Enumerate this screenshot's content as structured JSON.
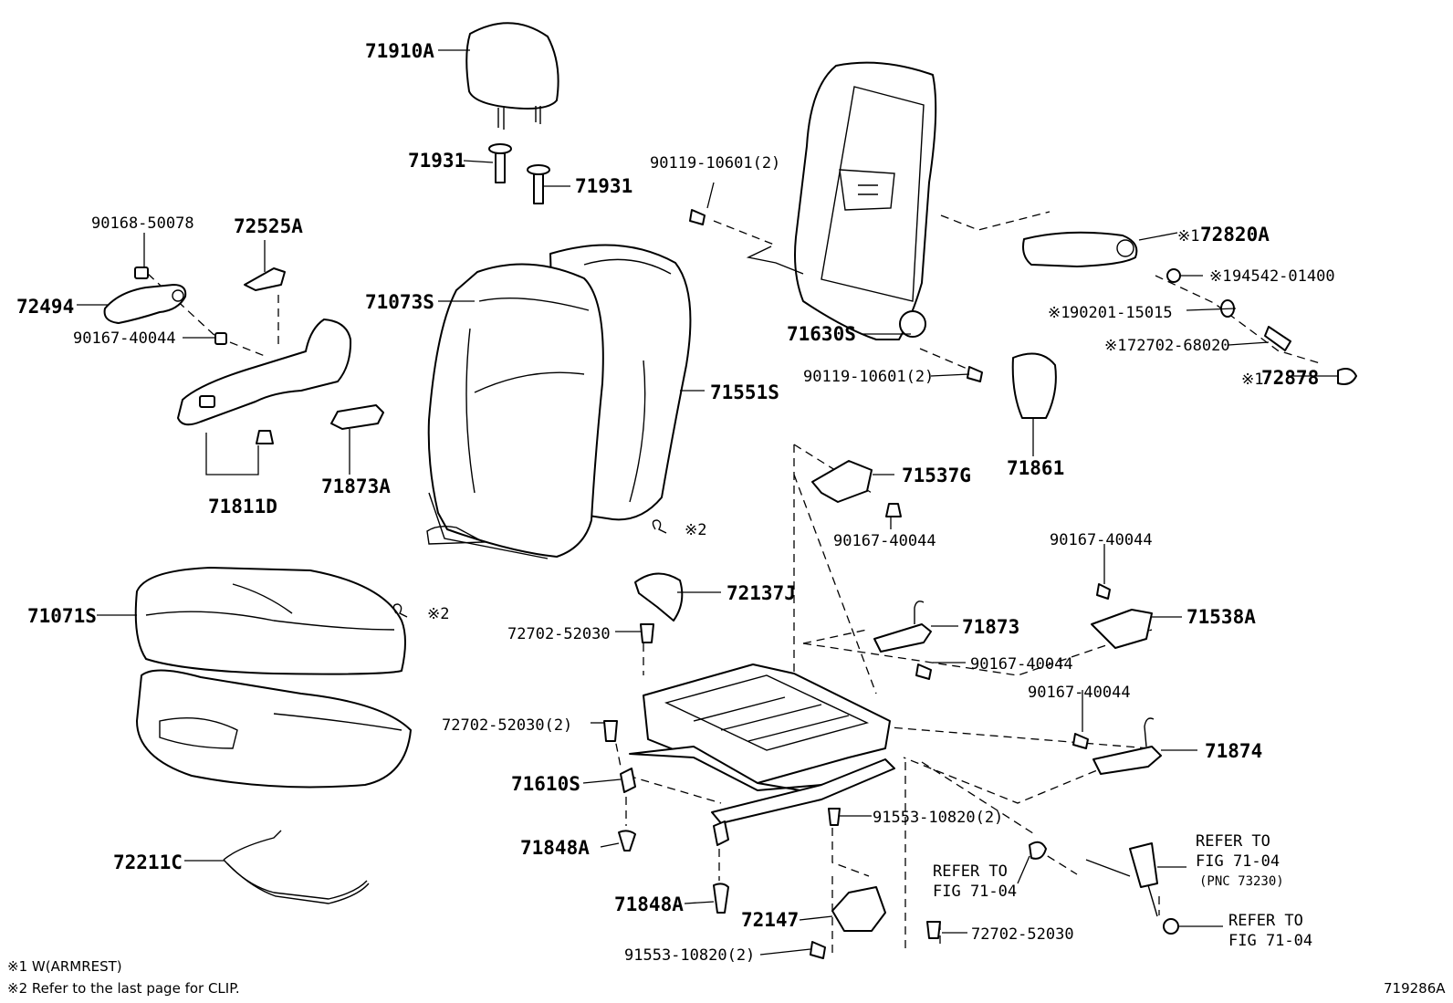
{
  "labels": {
    "headrest": "71910A",
    "support_left": "71931",
    "support_right": "71931",
    "bolt_90168": "90168-50078",
    "shield_cover": "72525A",
    "hinge_cover": "72494",
    "bolt_90167_left": "90167-40044",
    "shield_assy": "71811D",
    "bracket_71873a": "71873A",
    "back_cover": "71073S",
    "back_pad": "71551S",
    "cushion_cover": "71071S",
    "wire": "72211C",
    "screw_90119_top": "90119-10601(2)",
    "back_frame": "71630S",
    "screw_90119_mid": "90119-10601(2)",
    "armrest": "72820A",
    "armrest_mark": "※1",
    "bush": "94542-01400",
    "bush_mark": "※1",
    "washer": "90201-15015",
    "washer_mark": "※1",
    "screw_armrest": "72702-68020",
    "screw_armrest_mark": "※1",
    "cap": "72878",
    "cap_mark": "※1",
    "knob": "71861",
    "cover_71537g": "71537G",
    "bolt_below_71537g": "90167-40044",
    "clip_note_back": "※2",
    "clip_note_cushion": "※2",
    "cover_72137j": "72137J",
    "screw_72702_top": "72702-52030",
    "screw_72702_2": "72702-52030(2)",
    "adjuster": "71610S",
    "pin_upper": "71848A",
    "pin_lower": "71848A",
    "bracket_71873": "71873",
    "bolt_right_71873": "90167-40044",
    "bolt_top_right": "90167-40044",
    "cover_71538a": "71538A",
    "bolt_above_71874": "90167-40044",
    "bracket_71874": "71874",
    "bolt_91553_top": "91553-10820(2)",
    "bracket_72147": "72147",
    "bolt_91553_bottom": "91553-10820(2)",
    "screw_72702_bottom": "72702-52030",
    "refer_mid_1": "REFER TO",
    "refer_mid_2": "FIG 71-04",
    "refer_top_1": "REFER TO",
    "refer_top_2": "FIG 71-04",
    "refer_pnc": "(PNC 73230)",
    "refer_bot_1": "REFER TO",
    "refer_bot_2": "FIG 71-04"
  },
  "footnotes": {
    "note1": "※1 W(ARMREST)",
    "note2": "※2 Refer to the last page for CLIP."
  },
  "figure_id": "719286A"
}
